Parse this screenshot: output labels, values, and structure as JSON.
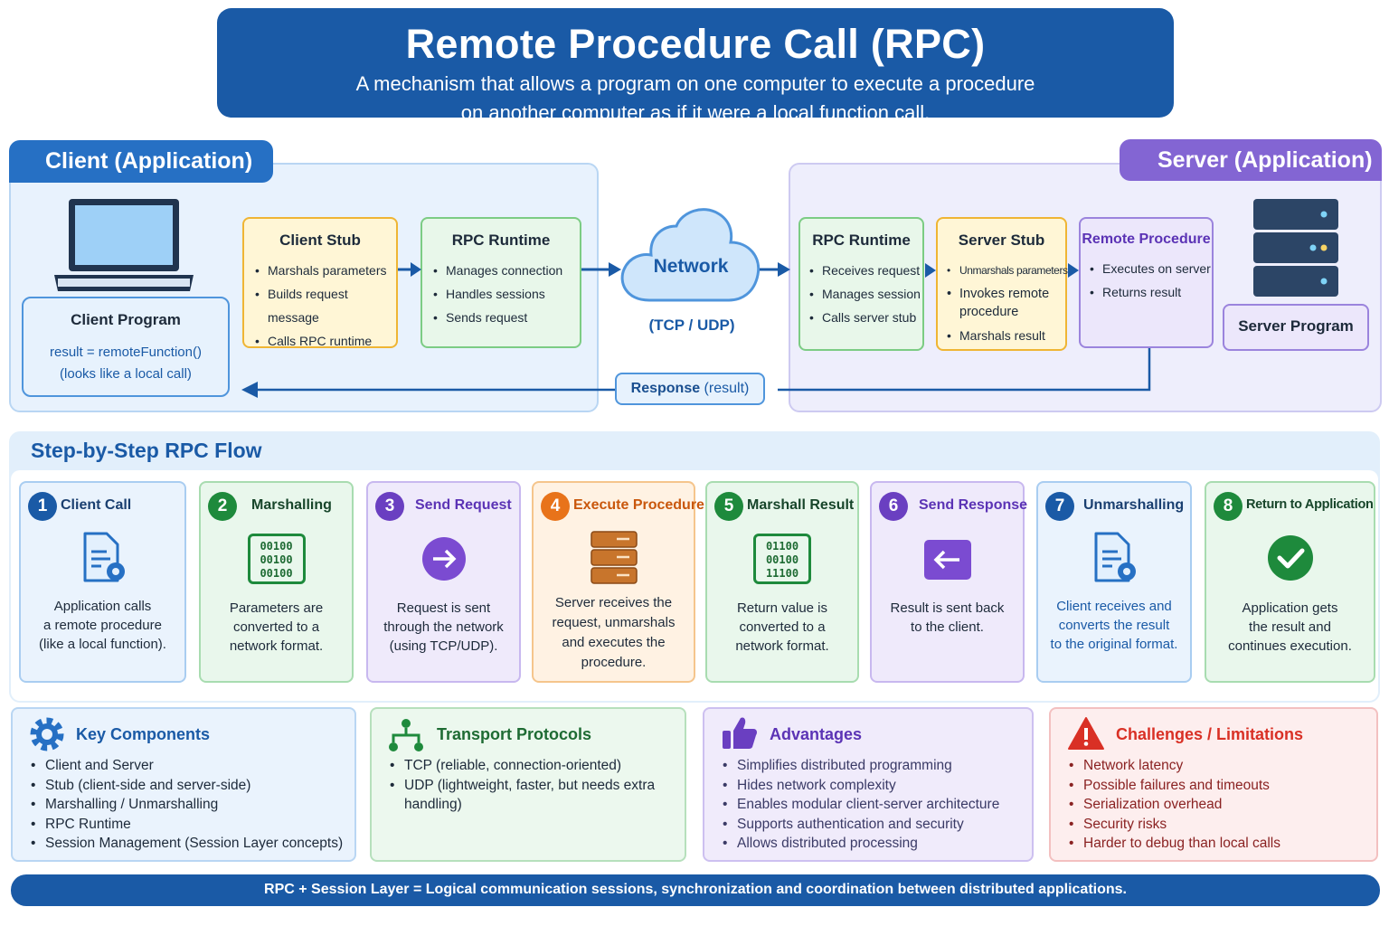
{
  "header": {
    "title": "Remote Procedure Call (RPC)",
    "subtitle_line1": "A mechanism that allows a program on one computer to execute a procedure",
    "subtitle_line2": "on another computer as if it were a local function call."
  },
  "client": {
    "section_label": "Client (Application)",
    "program_title": "Client Program",
    "program_code": "result = remoteFunction()",
    "program_note": "(looks like a local call)"
  },
  "server": {
    "section_label": "Server (Application)",
    "program_title": "Server Program"
  },
  "flow_boxes": {
    "client_stub": {
      "title": "Client Stub",
      "items": [
        "Marshals parameters",
        "Builds request message",
        "Calls RPC runtime"
      ]
    },
    "client_runtime": {
      "title": "RPC Runtime",
      "items": [
        "Manages connection",
        "Handles sessions",
        "Sends request"
      ]
    },
    "server_runtime": {
      "title": "RPC Runtime",
      "items": [
        "Receives request",
        "Manages session",
        "Calls server stub"
      ]
    },
    "server_stub": {
      "title": "Server Stub",
      "items": [
        "Unmarshals parameters",
        "Invokes remote procedure",
        "Marshals result"
      ]
    },
    "remote_procedure": {
      "title": "Remote Procedure",
      "items": [
        "Executes on server",
        "Returns result"
      ]
    }
  },
  "network": {
    "label": "Network",
    "protocols": "(TCP / UDP)"
  },
  "response": {
    "bold": "Response",
    "rest": " (result)"
  },
  "steps_title": "Step-by-Step RPC Flow",
  "steps": [
    {
      "num": "1",
      "title": "Client Call",
      "desc": [
        "Application calls",
        "a remote procedure",
        "(like a local function)."
      ],
      "color": "#1a5aa6",
      "icon": "document-gear-icon"
    },
    {
      "num": "2",
      "title": "Marshalling",
      "desc": [
        "Parameters are",
        "converted to a",
        "network format."
      ],
      "color": "#1e8a3c",
      "icon": "binary-data-icon",
      "binary": [
        "00100",
        "00100",
        "00100"
      ]
    },
    {
      "num": "3",
      "title": "Send Request",
      "desc": [
        "Request is sent",
        "through the network",
        "(using TCP/UDP)."
      ],
      "color": "#6a3fc1",
      "icon": "arrow-right-circle-icon"
    },
    {
      "num": "4",
      "title": "Execute Procedure",
      "desc": [
        "Server receives the",
        "request, unmarshals",
        "and executes the",
        "procedure."
      ],
      "color": "#e8731a",
      "icon": "server-stack-icon"
    },
    {
      "num": "5",
      "title": "Marshall Result",
      "desc": [
        "Return value is",
        "converted to a",
        "network format."
      ],
      "color": "#1e8a3c",
      "icon": "binary-data-icon",
      "binary": [
        "01100",
        "00100",
        "11100"
      ]
    },
    {
      "num": "6",
      "title": "Send Response",
      "desc": [
        "Result is sent back",
        "to the client."
      ],
      "color": "#6a3fc1",
      "icon": "arrow-left-square-icon"
    },
    {
      "num": "7",
      "title": "Unmarshalling",
      "desc": [
        "Client receives and",
        "converts the result",
        "to the original format."
      ],
      "color": "#1a5aa6",
      "icon": "document-gear-icon"
    },
    {
      "num": "8",
      "title": "Return to Application",
      "desc": [
        "Application gets",
        "the result and",
        "continues execution."
      ],
      "color": "#1e8a3c",
      "icon": "check-circle-icon"
    }
  ],
  "panels": {
    "components": {
      "title": "Key Components",
      "items": [
        "Client and Server",
        "Stub (client-side and server-side)",
        "Marshalling / Unmarshalling",
        "RPC Runtime",
        "Session Management (Session Layer concepts)"
      ]
    },
    "transport": {
      "title": "Transport Protocols",
      "items": [
        "TCP (reliable, connection-oriented)",
        "UDP (lightweight, faster, but needs extra handling)"
      ]
    },
    "advantages": {
      "title": "Advantages",
      "items": [
        "Simplifies distributed programming",
        "Hides network complexity",
        "Enables modular client-server architecture",
        "Supports authentication and security",
        "Allows distributed processing"
      ]
    },
    "challenges": {
      "title": "Challenges / Limitations",
      "items": [
        "Network latency",
        "Possible failures and timeouts",
        "Serialization overhead",
        "Security risks",
        "Harder to debug than local calls"
      ]
    }
  },
  "footer": "RPC + Session Layer = Logical communication sessions, synchronization and coordination between distributed applications.",
  "colors": {
    "primary": "#1a5aa6",
    "server_purple": "#8365d3",
    "green": "#1e8a3c",
    "orange": "#e8731a",
    "red": "#d93025"
  }
}
